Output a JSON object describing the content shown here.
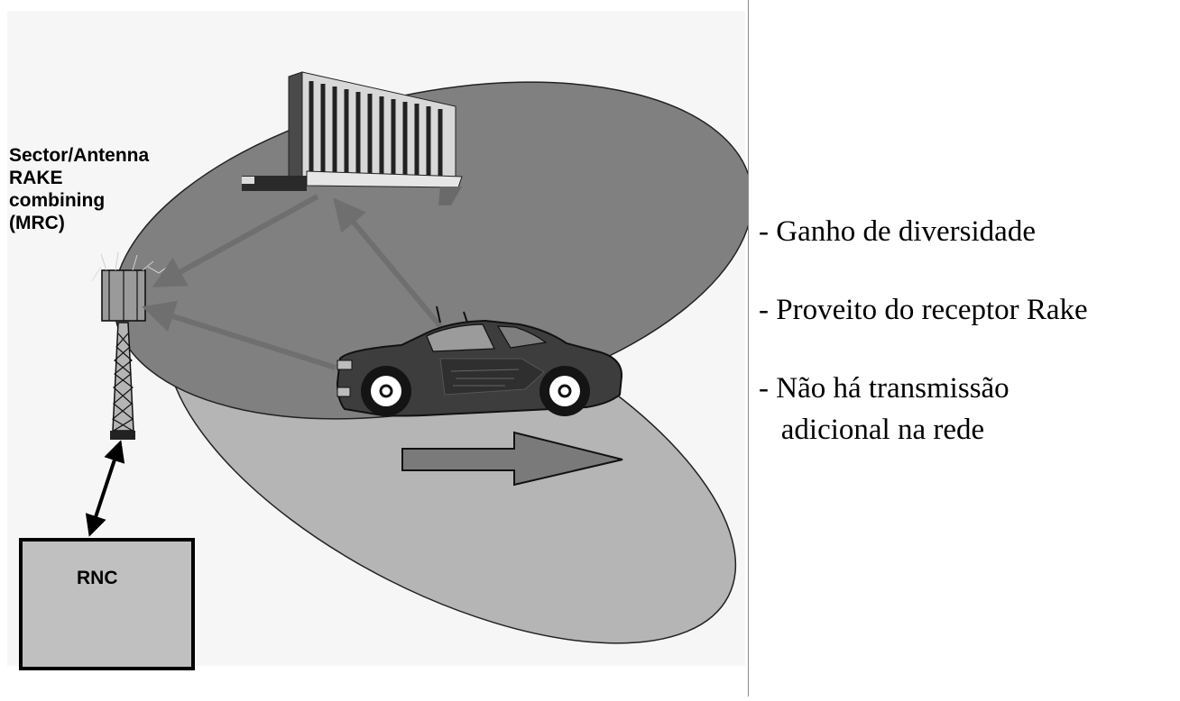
{
  "diagram": {
    "label_lines": [
      "Sector/Antenna",
      "RAKE",
      "combining",
      "(MRC)"
    ],
    "rnc_label": "RNC"
  },
  "benefits": {
    "items": [
      {
        "line1": "- Ganho de diversidade",
        "line2": ""
      },
      {
        "line1": "- Proveito do receptor Rake",
        "line2": ""
      },
      {
        "line1": "- Não há transmissão",
        "line2": "   adicional na rede"
      }
    ]
  },
  "colors": {
    "sector_dark": "#808080",
    "sector_light": "#b5b5b5",
    "background_panel": "#f6f6f6",
    "arrow": "#777777",
    "rnc_fill": "#c0c0c0"
  }
}
